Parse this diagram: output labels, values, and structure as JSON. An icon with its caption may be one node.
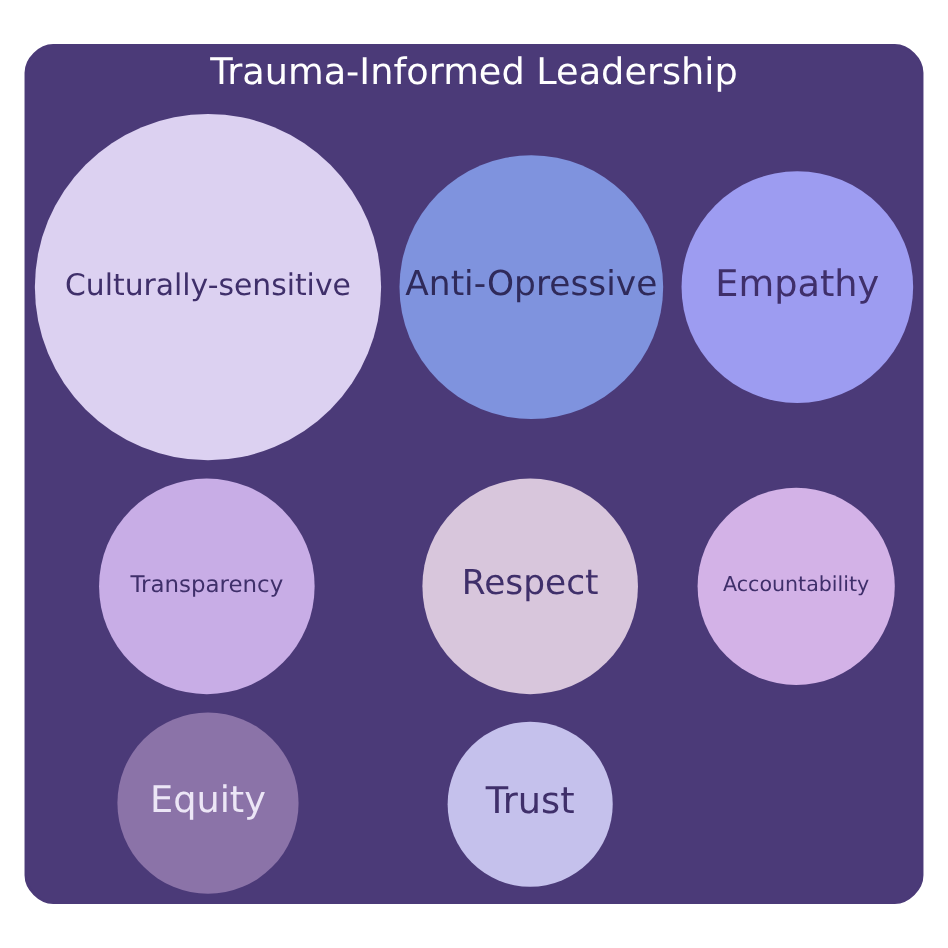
{
  "diagram": {
    "nodes": [
      {
        "text": [
          "Trauma-Informed Leadership"
        ]
      },
      {
        "text": [
          "Transparency"
        ],
        "in": 0
      },
      {
        "text": [
          "Trust"
        ],
        "in": 0
      },
      {
        "text": [
          "Anti-Opressive"
        ],
        "in": 0
      },
      {
        "text": [
          "Respect"
        ],
        "in": 0
      },
      {
        "text": [
          "Empathy"
        ],
        "in": 0
      },
      {
        "text": [
          "Accountability"
        ],
        "in": 0
      },
      {
        "text": [
          "Culturally-sensitive"
        ],
        "in": 0
      },
      {
        "text": [
          "Equity"
        ],
        "in": 0
      }
    ],
    "edges": []
  }
}
